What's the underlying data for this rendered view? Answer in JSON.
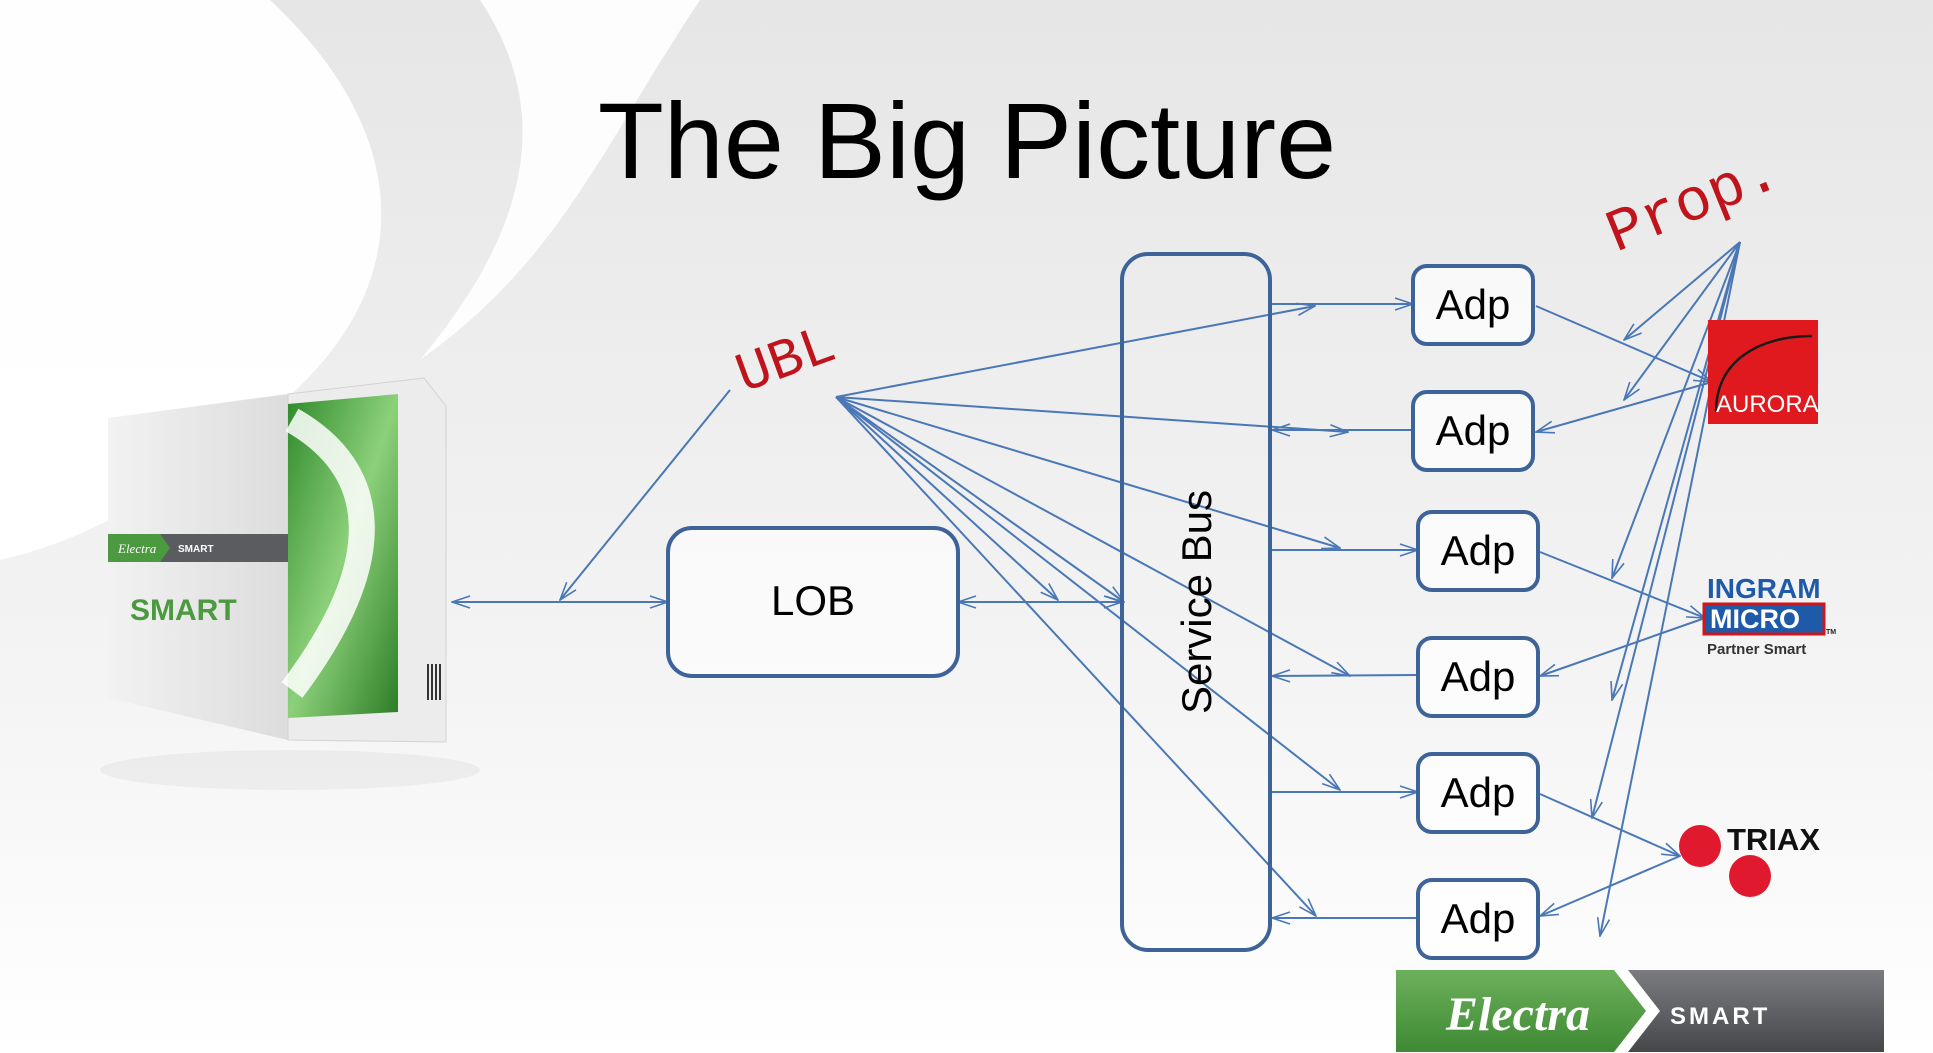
{
  "slide": {
    "title": "The Big Picture"
  },
  "diagram": {
    "lob_label": "LOB",
    "service_bus_label": "Service Bus",
    "adapter_labels": [
      "Adp",
      "Adp",
      "Adp",
      "Adp",
      "Adp",
      "Adp"
    ],
    "ubl_label": "UBL",
    "prop_label": "Prop."
  },
  "product_box": {
    "brand_label": "Electra",
    "tag_label": "SMART",
    "product_label": "SMART"
  },
  "partners": {
    "aurora": "AURORA",
    "ingram_line1": "INGRAM",
    "ingram_line2": "MICRO",
    "ingram_tagline": "Partner Smart",
    "ingram_tm": "TM",
    "triax": "TRIAX"
  },
  "footer_logo": {
    "brand": "Electra",
    "product": "SMART"
  },
  "colors": {
    "line": "#4a78b6",
    "box_border": "#3d6399",
    "accent_red": "#c0141c",
    "brand_green": "#4c9a3f",
    "brand_gray": "#5a5c60"
  }
}
